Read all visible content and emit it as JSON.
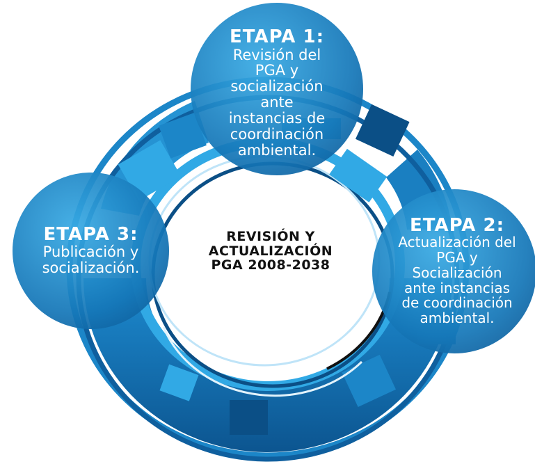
{
  "center": {
    "lines": [
      "REVISIÓN Y",
      "ACTUALIZACIÓN",
      "PGA 2008-2038"
    ]
  },
  "stages": [
    {
      "title": "ETAPA 1:",
      "lines": [
        "Revisión del",
        "PGA y",
        "socialización",
        "ante",
        "instancias de",
        "coordinación",
        "ambiental."
      ]
    },
    {
      "title": "ETAPA 2:",
      "lines": [
        "Actualización del",
        "PGA y",
        "Socialización",
        "ante instancias",
        "de coordinación",
        "ambiental."
      ]
    },
    {
      "title": "ETAPA 3:",
      "lines": [
        "Publicación y",
        "socialización."
      ]
    }
  ],
  "colors": {
    "dark_blue": "#0b4f86",
    "mid_blue": "#1c86c8",
    "light_blue": "#31a9e5",
    "bubble_text": "#ffffff",
    "center_text": "#111111"
  }
}
